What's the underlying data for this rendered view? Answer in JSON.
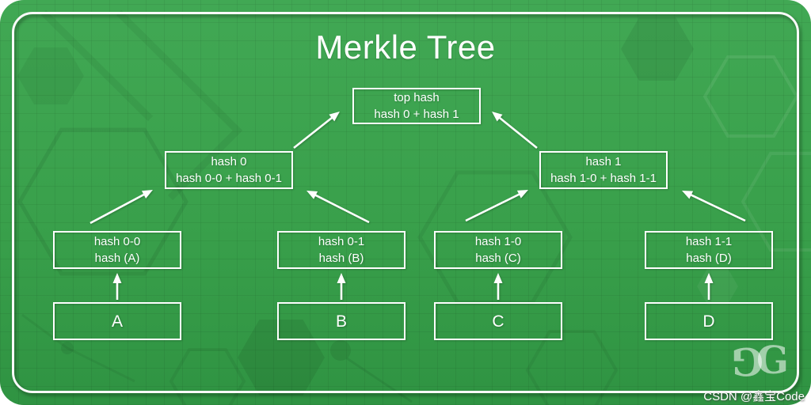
{
  "title": "Merkle Tree",
  "nodes": {
    "root": {
      "line1": "top hash",
      "line2": "hash 0 + hash 1"
    },
    "hash0": {
      "line1": "hash 0",
      "line2": "hash 0-0 + hash 0-1"
    },
    "hash1": {
      "line1": "hash 1",
      "line2": "hash 1-0 + hash 1-1"
    },
    "hash00": {
      "line1": "hash 0-0",
      "line2": "hash (A)"
    },
    "hash01": {
      "line1": "hash 0-1",
      "line2": "hash (B)"
    },
    "hash10": {
      "line1": "hash 1-0",
      "line2": "hash (C)"
    },
    "hash11": {
      "line1": "hash 1-1",
      "line2": "hash (D)"
    },
    "leafA": "A",
    "leafB": "B",
    "leafC": "C",
    "leafD": "D"
  },
  "branding": {
    "logo_left_letter": "G",
    "logo_right_letter": "G",
    "watermark": "CSDN @鑫宝Code"
  },
  "colors": {
    "card_green": "#39a04b",
    "box_border": "#ffffff",
    "text": "#ffffff",
    "arrow": "#ffffff"
  }
}
